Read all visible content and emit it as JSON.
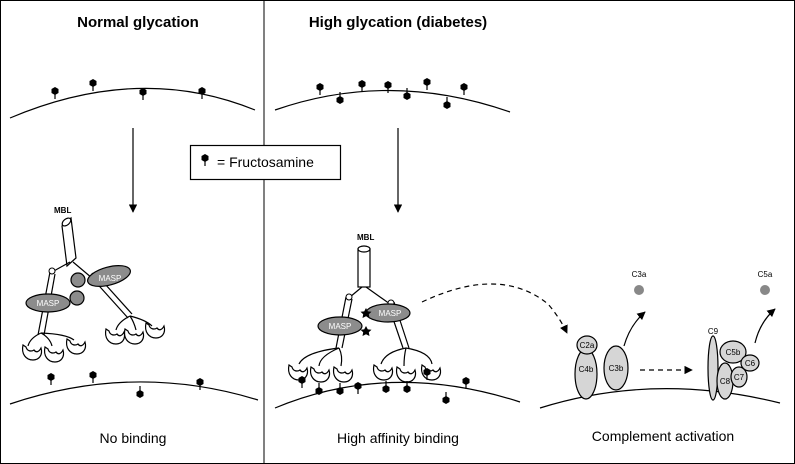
{
  "panels": {
    "left": {
      "title": "Normal glycation",
      "caption": "No binding"
    },
    "middle": {
      "title": "High glycation (diabetes)",
      "caption": "High affinity binding"
    },
    "right": {
      "caption": "Complement activation"
    }
  },
  "legend": {
    "label": "= Fructosamine",
    "icon": "fructosamine-hexagon-icon"
  },
  "labels": {
    "mbl_left": "MBL",
    "mbl_middle": "MBL",
    "masp": "MASP",
    "c2a": "C2a",
    "c4b": "C4b",
    "c3b": "C3b",
    "c3a": "C3a",
    "c5a": "C5a",
    "c9": "C9",
    "c5b": "C5b",
    "c6": "C6",
    "c7": "C7",
    "c8": "C8"
  },
  "colors": {
    "protein_fill": "#d6d6d6",
    "masp_fill": "#8c8c8c",
    "small_fragment": "#888888",
    "stroke": "#000000"
  }
}
